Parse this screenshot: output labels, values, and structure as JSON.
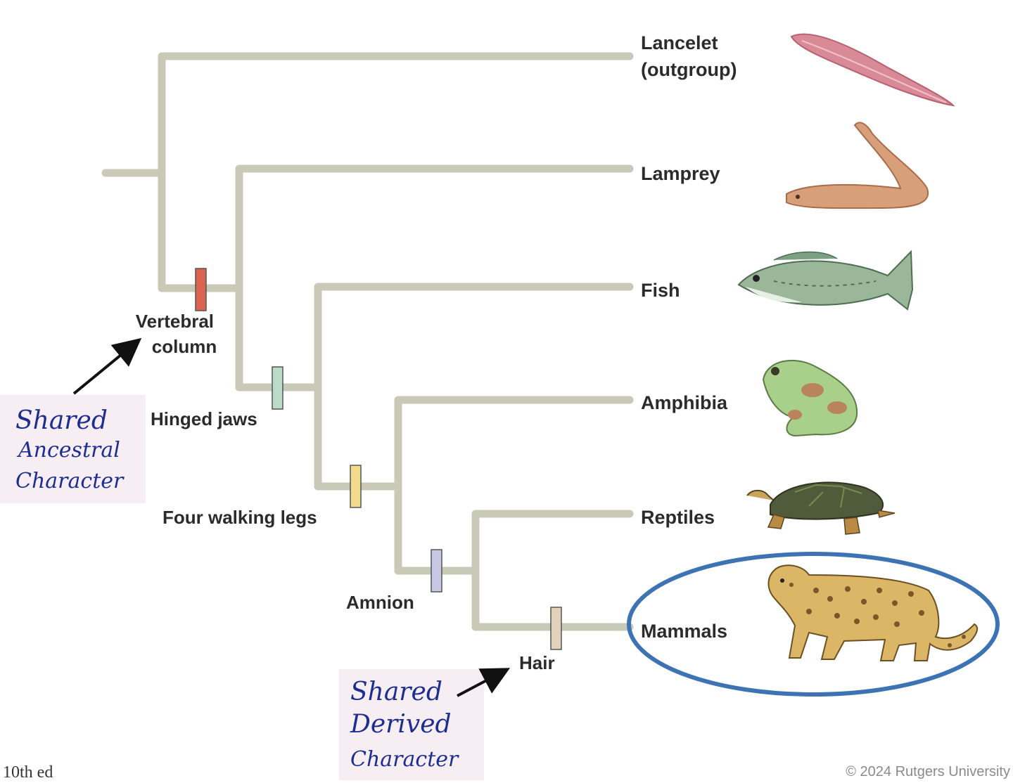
{
  "taxa": {
    "lancelet": [
      "Lancelet",
      "(outgroup)"
    ],
    "lamprey": "Lamprey",
    "fish": "Fish",
    "amphibia": "Amphibia",
    "reptiles": "Reptiles",
    "mammals": "Mammals"
  },
  "characters": {
    "vertebral_column": [
      "Vertebral",
      "column"
    ],
    "hinged_jaws": "Hinged jaws",
    "four_walking_legs": "Four walking legs",
    "amnion": "Amnion",
    "hair": "Hair"
  },
  "character_colors": {
    "vertebral_column": "#d9634f",
    "hinged_jaws": "#b9dcc9",
    "four_walking_legs": "#f1dc8e",
    "amnion": "#c9c7e6",
    "hair": "#e2d2bc"
  },
  "annotations": {
    "shared_ancestral": [
      "Shared",
      "Ancestral",
      "Character"
    ],
    "shared_derived": [
      "Shared",
      "Derived",
      "Character"
    ]
  },
  "icons": {
    "lancelet": "lancelet-icon",
    "lamprey": "lamprey-icon",
    "fish": "fish-icon",
    "amphibia": "frog-icon",
    "reptiles": "turtle-icon",
    "mammals": "leopard-icon"
  },
  "colors": {
    "branch": "#c9c9b8",
    "highlight_ellipse": "#3d73b3",
    "annotation_ink": "#1d2e8f",
    "annotation_box": "#f7eef3"
  },
  "footer": {
    "edition": "10th ed",
    "copyright": "© 2024 Rutgers University"
  }
}
